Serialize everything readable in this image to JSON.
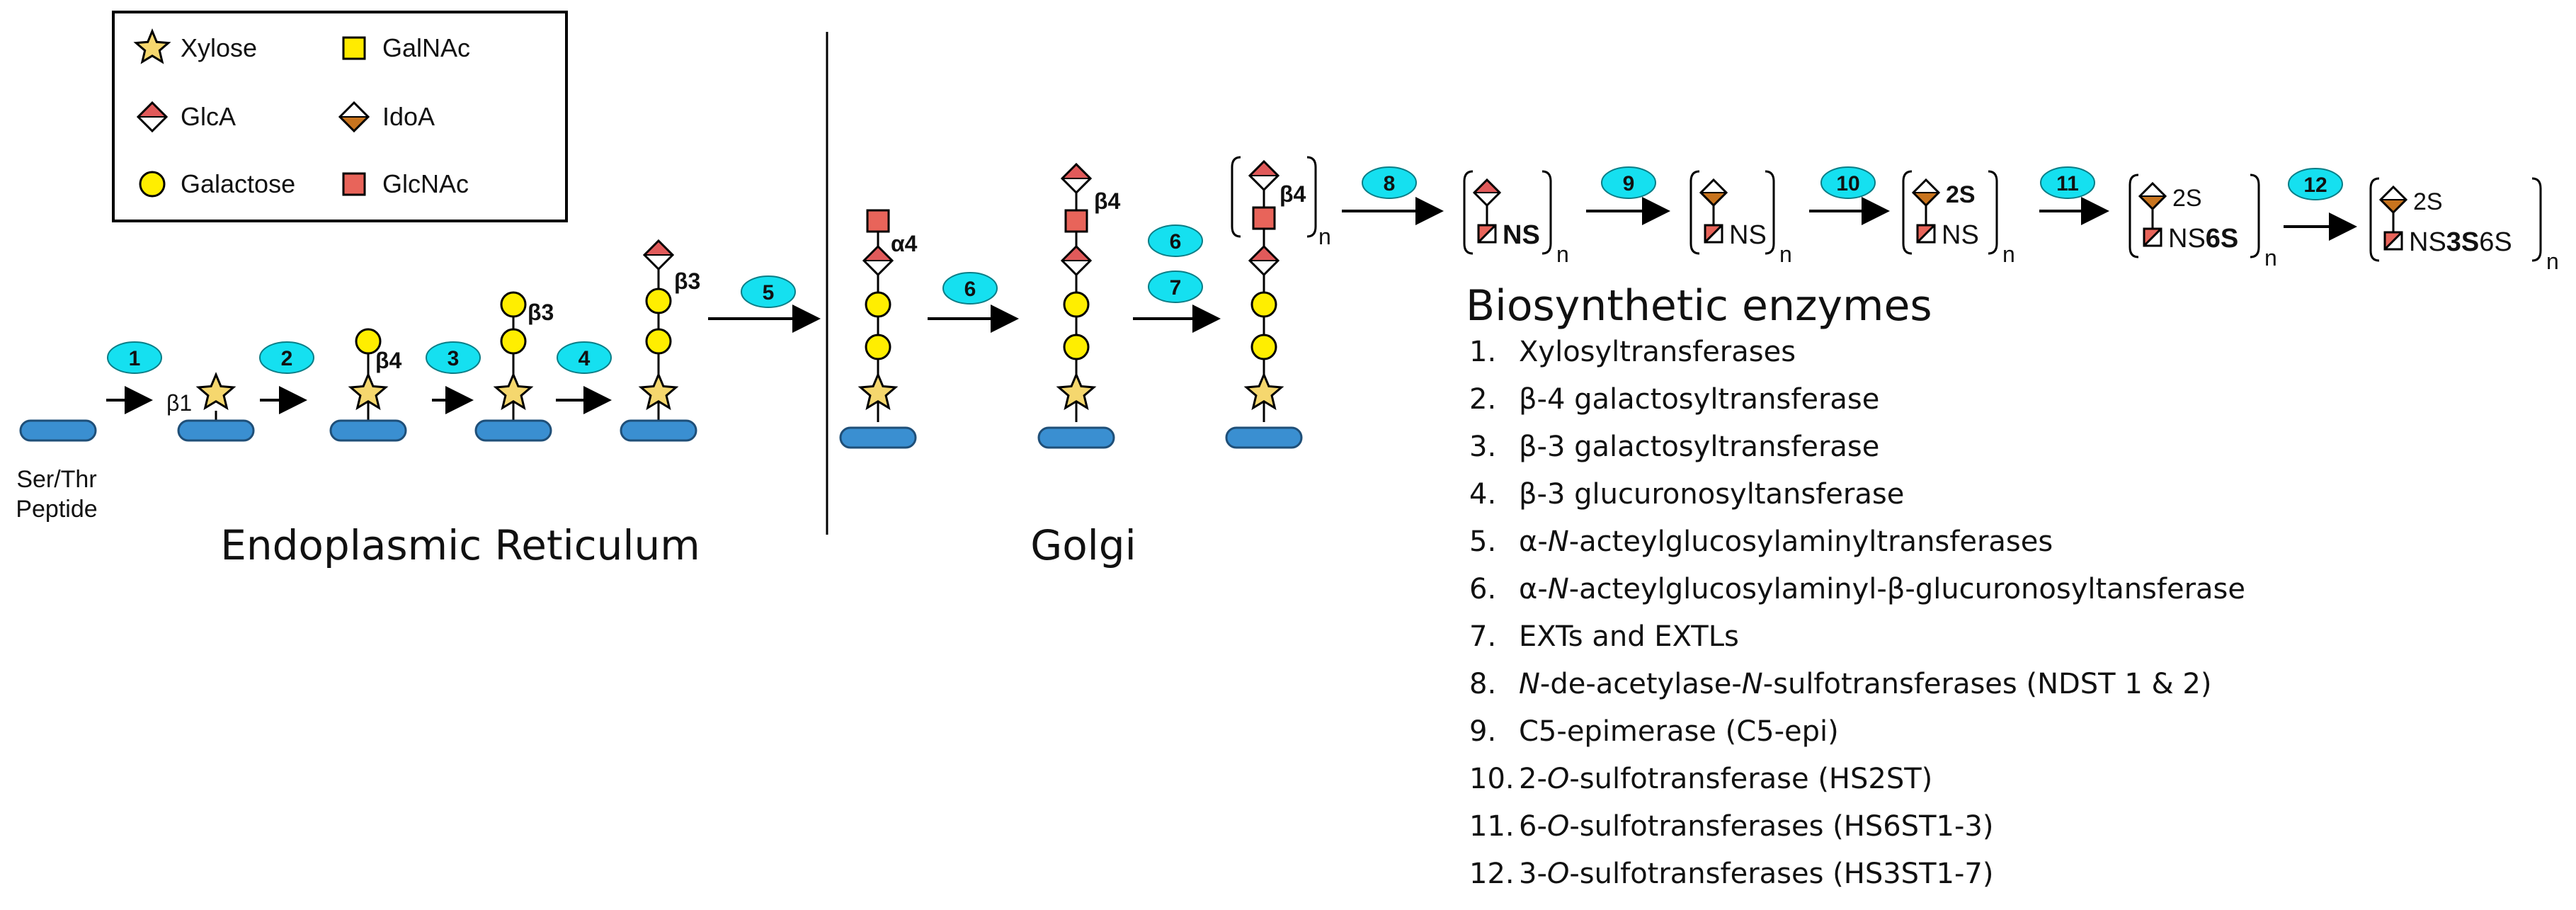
{
  "legend": {
    "items": [
      {
        "icon": "xylose-star-icon",
        "label": "Xylose"
      },
      {
        "icon": "galnac-square-icon",
        "label": "GalNAc"
      },
      {
        "icon": "glca-diamond-icon",
        "label": "GlcA"
      },
      {
        "icon": "idoa-diamond-icon",
        "label": "IdoA"
      },
      {
        "icon": "galactose-circle-icon",
        "label": "Galactose"
      },
      {
        "icon": "glcnac-square-icon",
        "label": "GlcNAc"
      }
    ]
  },
  "colors": {
    "xylose": "#f5d76e",
    "galnac": "#ffeb00",
    "glca_top": "#e05a5a",
    "idoa_bottom": "#c8741e",
    "galactose": "#ffee00",
    "glcnac": "#e8645a",
    "peptide": "#3a8fd1",
    "step_badge": "#15e0f0"
  },
  "peptide_label_line1": "Ser/Thr",
  "peptide_label_line2": "Peptide",
  "compartments": {
    "er": "Endoplasmic Reticulum",
    "golgi": "Golgi"
  },
  "steps": [
    "1",
    "2",
    "3",
    "4",
    "5",
    "6",
    "6",
    "7",
    "8",
    "9",
    "10",
    "11",
    "12"
  ],
  "linkages": {
    "b1": "β1",
    "b4_a": "β4",
    "b3_a": "β3",
    "b3_b": "β3",
    "a4": "α4",
    "b4_b": "β4",
    "b4_c": "β4"
  },
  "repeat_index": "n",
  "modifications": {
    "ns": "NS",
    "s2": "2S",
    "s6": "6S",
    "s3": "3S"
  },
  "enzymes": {
    "heading": "Biosynthetic enzymes",
    "items": [
      {
        "num": "1.",
        "text": "Xylosyltransferases"
      },
      {
        "num": "2.",
        "text": "β-4 galactosyltransferase"
      },
      {
        "num": "3.",
        "text": "β-3 galactosyltransferase"
      },
      {
        "num": "4.",
        "text": "β-3 glucuronosyltansferase"
      },
      {
        "num": "5.",
        "text": "α-N-acteylglucosylaminyltransferases"
      },
      {
        "num": "6.",
        "text": "α-N-acteylglucosylaminyl-β-glucuronosyltansferase"
      },
      {
        "num": "7.",
        "text": "EXTs and EXTLs"
      },
      {
        "num": "8.",
        "text": "N-de-acetylase-N-sulfotransferases (NDST 1 & 2)"
      },
      {
        "num": "9.",
        "text": "C5-epimerase (C5-epi)"
      },
      {
        "num": "10.",
        "text": "2-O-sulfotransferase (HS2ST)"
      },
      {
        "num": "11.",
        "text": "6-O-sulfotransferases (HS6ST1-3)"
      },
      {
        "num": "12.",
        "text": "3-O-sulfotransferases (HS3ST1-7)"
      }
    ]
  }
}
